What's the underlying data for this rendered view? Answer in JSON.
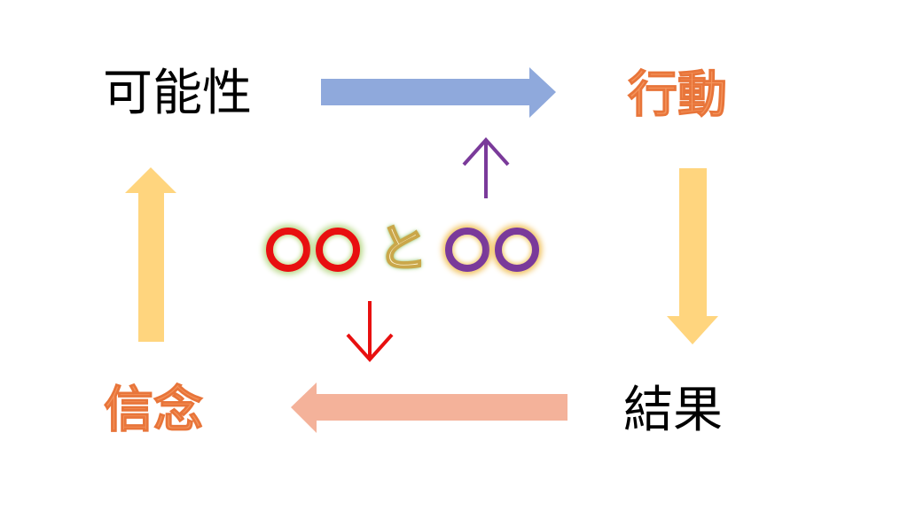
{
  "nodes": {
    "top_left": "可能性",
    "top_right": "行動",
    "bottom_right": "結果",
    "bottom_left": "信念"
  },
  "center": {
    "left_symbol": "〇〇",
    "connector": "と",
    "right_symbol": "〇〇"
  },
  "colors": {
    "arrow_right": "#8fa9dc",
    "arrow_down": "#ffd57e",
    "arrow_left": "#f4b29a",
    "arrow_up": "#ffd57e",
    "thin_up": "#7a3a9a",
    "thin_down": "#e81010",
    "label_orange": "#f4945c"
  }
}
